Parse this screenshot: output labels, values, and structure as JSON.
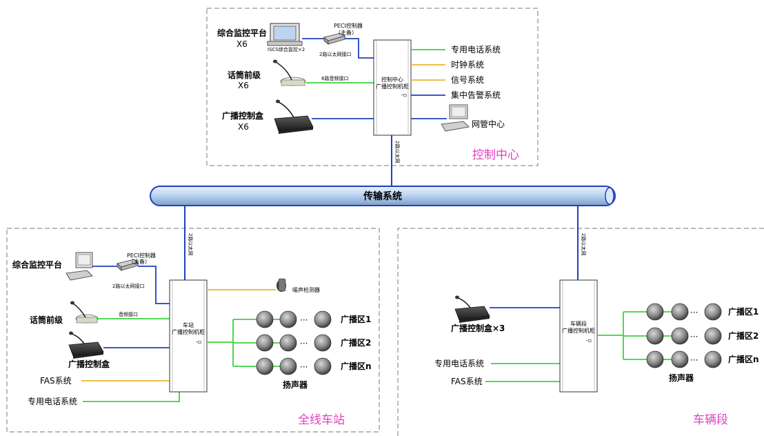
{
  "colors": {
    "blue": "#1f3fbf",
    "green": "#3cd23c",
    "orange": "#f0b428",
    "magenta": "#e040c0",
    "bus": "#bcd4f0"
  },
  "transport": {
    "label": "传输系统"
  },
  "control_center": {
    "zone_label": "控制中心",
    "monitor_label": "综合监控平台",
    "monitor_count": "X6",
    "monitor_sub": "ISCS综合监控×2",
    "switch_label": "PECI控制器",
    "switch_sub": "（主备）",
    "ethernet_label": "2路以太网接口",
    "mic_label": "话筒前级",
    "mic_count": "X6",
    "audio_label": "6路音频接口",
    "box_label": "广播控制盒",
    "box_count": "X6",
    "cabinet_line1": "控制中心",
    "cabinet_line2": "广播控制机柜",
    "outputs": [
      "专用电话系统",
      "时钟系统",
      "信号系统",
      "集中告警系统"
    ],
    "network_center": "网管中心",
    "uplink_label": "2路以太网"
  },
  "station": {
    "zone_label": "全线车站",
    "monitor_label": "综合监控平台",
    "switch_label": "PECI控制器",
    "switch_sub": "（主备）",
    "ethernet_label": "2路以太网接口",
    "mic_label": "话筒前级",
    "audio_label": "音频接口",
    "box_label": "广播控制盒",
    "fas_label": "FAS系统",
    "phone_label": "专用电话系统",
    "noise_label": "噪声检测器",
    "cabinet_line1": "车站",
    "cabinet_line2": "广播控制机柜",
    "zones": [
      "广播区1",
      "广播区2",
      "广播区n"
    ],
    "speaker_label": "扬声器",
    "uplink_label": "2路以太网"
  },
  "depot": {
    "zone_label": "车辆段",
    "box_label": "广播控制盒×3",
    "phone_label": "专用电话系统",
    "fas_label": "FAS系统",
    "cabinet_line1": "车辆段",
    "cabinet_line2": "广播控制机柜",
    "zones": [
      "广播区1",
      "广播区2",
      "广播区n"
    ],
    "speaker_label": "扬声器",
    "uplink_label": "2路以太网"
  },
  "ellipsis": "···"
}
